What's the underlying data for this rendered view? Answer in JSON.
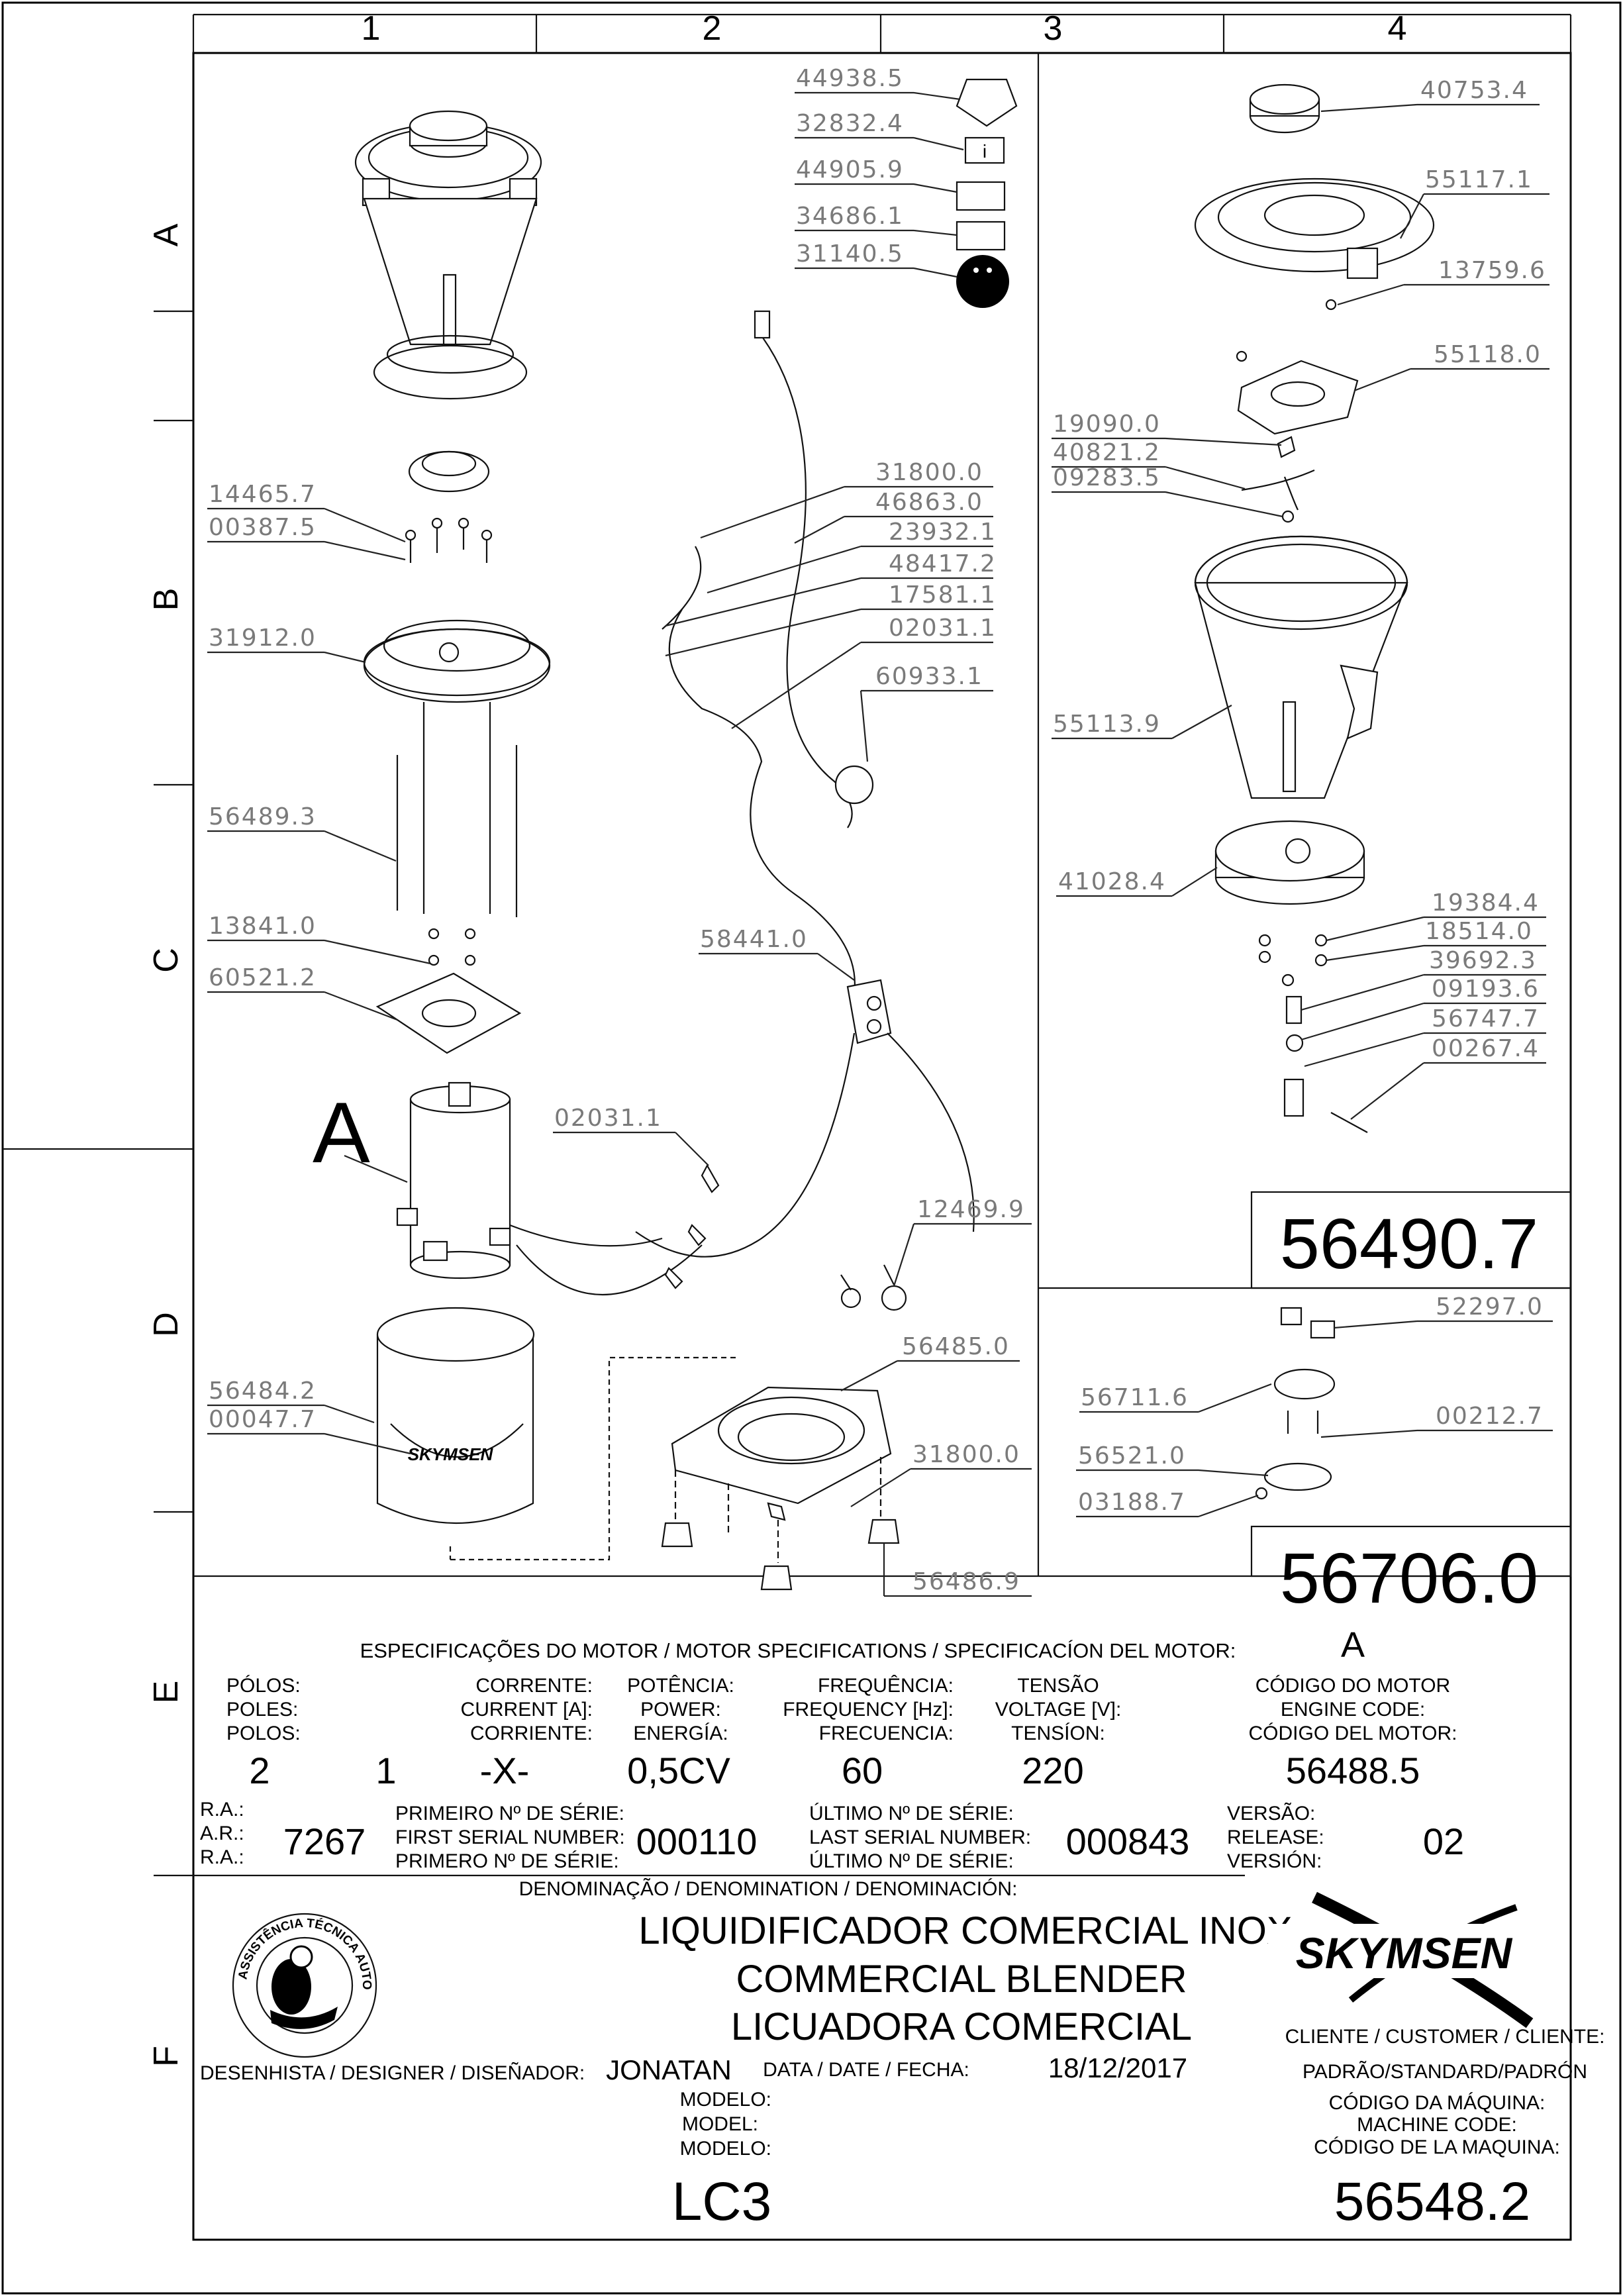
{
  "grid": {
    "columns": [
      "1",
      "2",
      "3",
      "4"
    ],
    "rows": [
      "A",
      "B",
      "C",
      "D",
      "E",
      "F"
    ]
  },
  "labels_bom": {
    "p44938": "44938.5",
    "p32832": "32832.4",
    "p44905": "44905.9",
    "p34686": "34686.1",
    "p31140": "31140.5",
    "p14465": "14465.7",
    "p00387": "00387.5",
    "p31912": "31912.0",
    "p56489": "56489.3",
    "p13841": "13841.0",
    "p60521": "60521.2",
    "p56484": "56484.2",
    "p00047": "00047.7",
    "p31800a": "31800.0",
    "p46863": "46863.0",
    "p23932": "23932.1",
    "p48417": "48417.2",
    "p17581": "17581.1",
    "p02031a": "02031.1",
    "p60933": "60933.1",
    "p58441": "58441.0",
    "p02031b": "02031.1",
    "p12469": "12469.9",
    "p56485": "56485.0",
    "p31800b": "31800.0",
    "p56486": "56486.9",
    "p40753": "40753.4",
    "p55117": "55117.1",
    "p13759": "13759.6",
    "p55118": "55118.0",
    "p19090": "19090.0",
    "p40821": "40821.2",
    "p09283": "09283.5",
    "p55113": "55113.9",
    "p41028": "41028.4",
    "p19384": "19384.4",
    "p18514": "18514.0",
    "p39692": "39692.3",
    "p09193": "09193.6",
    "p56747": "56747.7",
    "p00267": "00267.4",
    "p52297": "52297.0",
    "p56711": "56711.6",
    "p00212": "00212.7",
    "p56521": "56521.0",
    "p03188": "03188.7"
  },
  "assembly_codes": {
    "blade_assembly": "56490.7",
    "coupling_assembly": "56706.0"
  },
  "motor_callout": "A",
  "motor_specs": {
    "heading": "ESPECIFICAÇÕES DO MOTOR / MOTOR SPECIFICATIONS / SPECIFICACÍON DEL MOTOR:",
    "motor_letter": "A",
    "poles_label": [
      "PÓLOS:",
      "POLES:",
      "POLOS:"
    ],
    "current_label": [
      "CORRENTE:",
      "CURRENT [A]:",
      "CORRIENTE:"
    ],
    "power_label": [
      "POTÊNCIA:",
      "POWER:",
      "ENERGÍA:"
    ],
    "frequency_label": [
      "FREQUÊNCIA:",
      "FREQUENCY [Hz]:",
      "FRECUENCIA:"
    ],
    "voltage_label": [
      "TENSÃO",
      "VOLTAGE [V]:",
      "TENSÍON:"
    ],
    "engine_code_label": [
      "CÓDIGO DO MOTOR",
      "ENGINE CODE:",
      "CÓDIGO DEL MOTOR:"
    ],
    "poles": "2",
    "phase": "1",
    "current": "-X-",
    "power": "0,5CV",
    "frequency": "60",
    "voltage": "220",
    "engine_code": "56488.5"
  },
  "serials": {
    "ra_label": [
      "R.A.:",
      "A.R.:",
      "R.A.:"
    ],
    "ra_value": "7267",
    "first_label": [
      "PRIMEIRO Nº DE SÉRIE:",
      "FIRST SERIAL NUMBER:",
      "PRIMERO Nº DE SÉRIE:"
    ],
    "first_value": "000110",
    "last_label": [
      "ÚLTIMO Nº DE SÉRIE:",
      "LAST SERIAL NUMBER:",
      "ÚLTIMO Nº DE SÉRIE:"
    ],
    "last_value": "000843",
    "version_label": [
      "VERSÃO:",
      "RELEASE:",
      "VERSIÓN:"
    ],
    "version_value": "02"
  },
  "title_block": {
    "denomination_label": "DENOMINAÇÃO / DENOMINATION / DENOMINACIÓN:",
    "name_pt": "LIQUIDIFICADOR COMERCIAL INOX",
    "name_en": "COMMERCIAL BLENDER",
    "name_es": "LICUADORA COMERCIAL",
    "designer_label": "DESENHISTA / DESIGNER / DISEÑADOR:",
    "designer": "JONATAN",
    "date_label": "DATA / DATE / FECHA:",
    "date": "18/12/2017",
    "model_label": [
      "MODELO:",
      "MODEL:",
      "MODELO:"
    ],
    "model": "LC3",
    "client_label": "CLIENTE / CUSTOMER / CLIENTE:",
    "client": "PADRÃO/STANDARD/PADRÓN",
    "machine_code_label": [
      "CÓDIGO DA MÁQUINA:",
      "MACHINE CODE:",
      "CÓDIGO DE LA MAQUINA:"
    ],
    "machine_code": "56548.2"
  },
  "logos": {
    "brand": "SKYMSEN",
    "brand_on_motor_cover": "SKYMSEN",
    "seal": "ASSISTÊNCIA TÉCNICA AUTORIZADA"
  }
}
